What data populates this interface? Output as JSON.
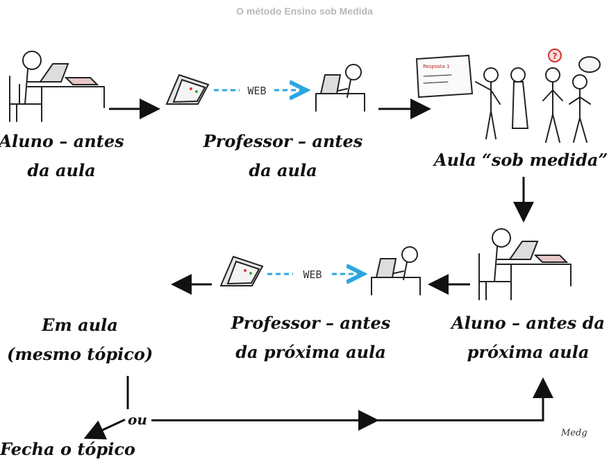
{
  "title": "O método Ensino sob Medida",
  "web_label": "WEB",
  "nodes": {
    "aluno_antes": {
      "line1": "Aluno – antes",
      "line2": "da aula"
    },
    "professor_antes": {
      "line1": "Professor – antes",
      "line2": "da aula"
    },
    "aula_sob_medida": {
      "line1": "Aula “sob medida”"
    },
    "aluno_proxima": {
      "line1": "Aluno – antes da",
      "line2": "próxima aula"
    },
    "professor_proxima": {
      "line1": "Professor – antes",
      "line2": "da próxima aula"
    },
    "em_aula": {
      "line1": "Em aula",
      "line2": "(mesmo tópico)"
    },
    "fecha": {
      "line1": "Fecha o tópico"
    }
  },
  "branch_label": "ou",
  "signature": "Medg",
  "colors": {
    "web_arrow": "#2aa6e0",
    "ink": "#111111",
    "title": "#b8b8b8"
  }
}
